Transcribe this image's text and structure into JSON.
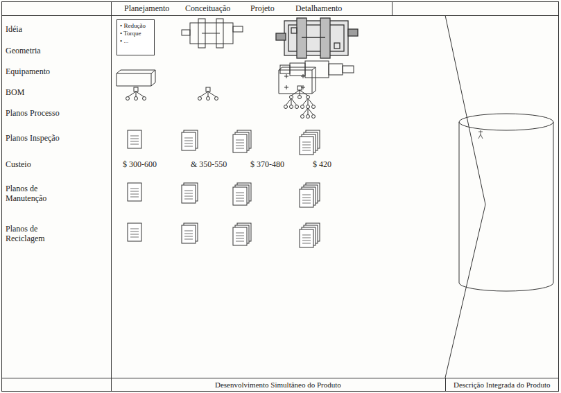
{
  "diagram": {
    "nodes": [
      {
        "text": [
          "• Redução",
          "• Torque",
          "• ..."
        ]
      }
    ],
    "labels": [
      "Planejamento",
      "Conceituação",
      "Projeto",
      "Detalhamento",
      "Idéia",
      "Geometria",
      "Equipamento",
      "BOM",
      "Planos Processo",
      "Planos Inspeção",
      "Custeio",
      "$ 300-600",
      "& 350-550",
      "$ 370-480",
      "$ 420",
      "Planos de Manutenção",
      "Planos de Reciclagem",
      "Desenvolvimento Simultâneo do Produto",
      "Descrição Integrada do Produto"
    ]
  }
}
